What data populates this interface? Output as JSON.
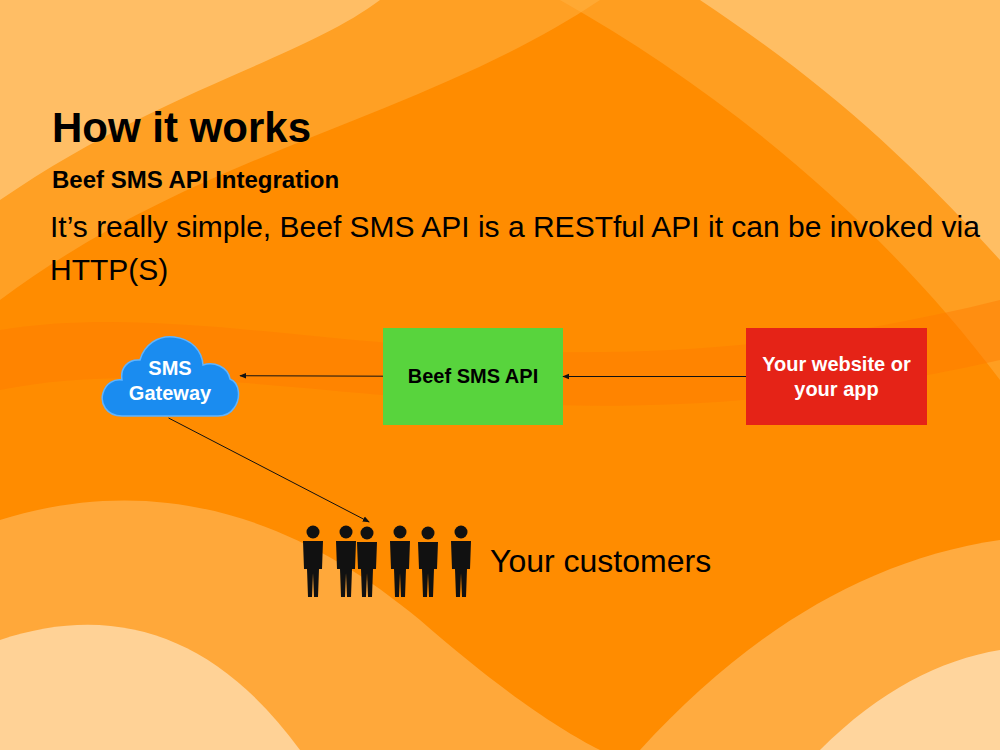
{
  "diagram": {
    "title": "How it works",
    "nodes": [
      {
        "text": [
          "SMS Gateway"
        ]
      },
      {
        "text": [
          "Beef SMS API"
        ]
      },
      {
        "text": [
          "Your website or your app"
        ]
      },
      {
        "text": [
          "Your customers"
        ]
      }
    ],
    "edges": [
      {
        "from": 2,
        "to": 1,
        "arrow": "to"
      },
      {
        "from": 1,
        "to": 0,
        "arrow": "to"
      },
      {
        "from": 0,
        "to": 3,
        "arrow": "to"
      }
    ],
    "labels": [
      "Beef SMS API Integration",
      "It’s really simple, Beef SMS API is a RESTful API it can be invoked via HTTP(S)"
    ]
  }
}
